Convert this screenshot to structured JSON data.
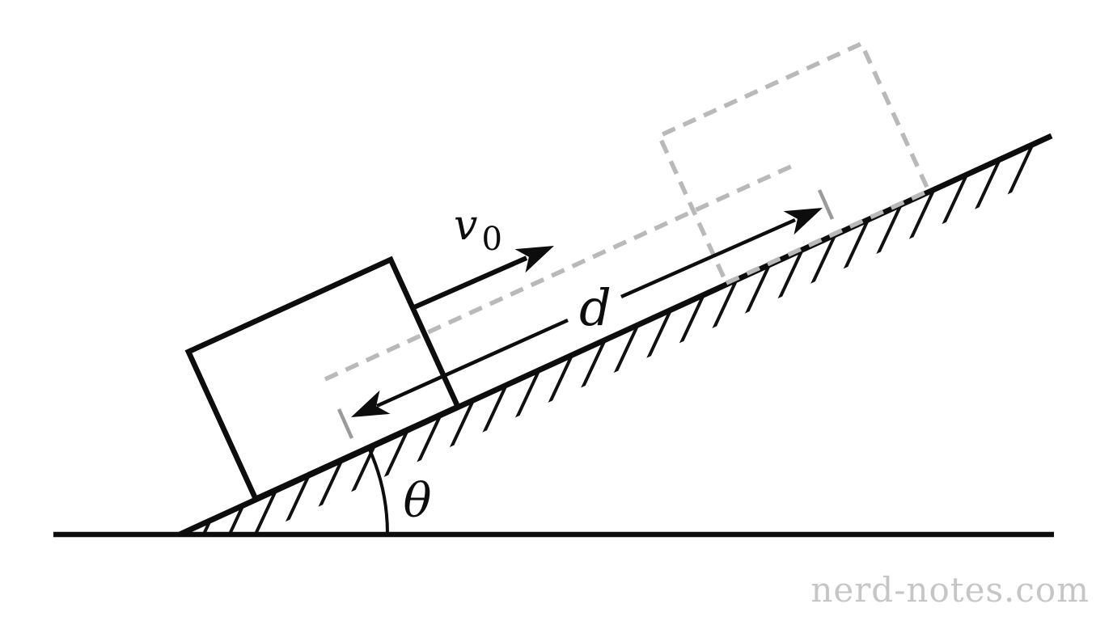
{
  "diagram": {
    "labels": {
      "initial_velocity_base": "v",
      "initial_velocity_sub": "0",
      "distance": "d",
      "incline_angle": "θ"
    },
    "watermark": "nerd-notes.com",
    "colors": {
      "ink": "#0d0d0d",
      "ghost_gray": "#b9b9b9",
      "tick_gray": "#9b9b9b",
      "watermark_gray": "#c6c6c6",
      "background": "#ffffff"
    }
  }
}
